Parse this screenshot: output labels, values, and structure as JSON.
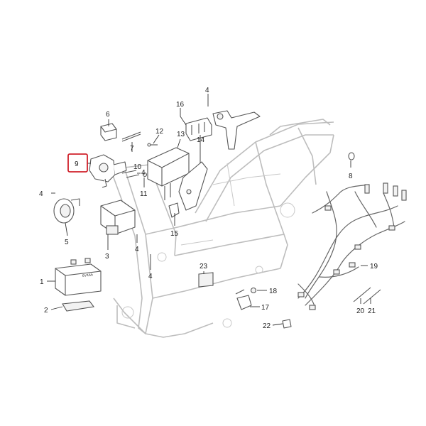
{
  "diagram": {
    "highlighted_callout": "9",
    "highlight_color": "#d0202a",
    "battery_label": "6V4Ah",
    "callouts": [
      {
        "id": "c1",
        "label": "1"
      },
      {
        "id": "c2",
        "label": "2"
      },
      {
        "id": "c3",
        "label": "3"
      },
      {
        "id": "c4a",
        "label": "4"
      },
      {
        "id": "c4b",
        "label": "4"
      },
      {
        "id": "c4c",
        "label": "4"
      },
      {
        "id": "c4d",
        "label": "4"
      },
      {
        "id": "c4e",
        "label": "4"
      },
      {
        "id": "c5",
        "label": "5"
      },
      {
        "id": "c6",
        "label": "6"
      },
      {
        "id": "c7",
        "label": "7"
      },
      {
        "id": "c8",
        "label": "8"
      },
      {
        "id": "c9",
        "label": "9"
      },
      {
        "id": "c10",
        "label": "10"
      },
      {
        "id": "c11",
        "label": "11"
      },
      {
        "id": "c12",
        "label": "12"
      },
      {
        "id": "c13",
        "label": "13"
      },
      {
        "id": "c14",
        "label": "14"
      },
      {
        "id": "c15",
        "label": "15"
      },
      {
        "id": "c16",
        "label": "16"
      },
      {
        "id": "c17",
        "label": "17"
      },
      {
        "id": "c18",
        "label": "18"
      },
      {
        "id": "c19",
        "label": "19"
      },
      {
        "id": "c20",
        "label": "20"
      },
      {
        "id": "c21",
        "label": "21"
      },
      {
        "id": "c22",
        "label": "22"
      },
      {
        "id": "c23",
        "label": "23"
      }
    ]
  }
}
